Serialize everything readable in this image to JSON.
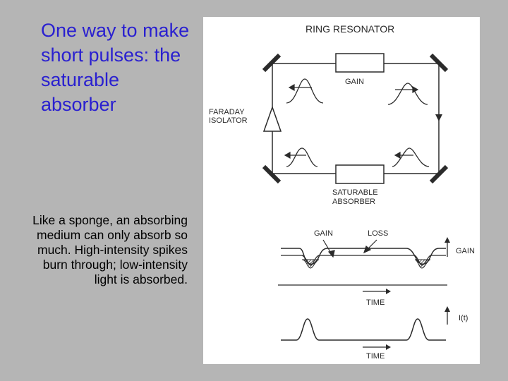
{
  "slide": {
    "title": "One way to make short pulses: the saturable absorber",
    "body": "Like a sponge, an absorbing medium can only absorb so much. High-intensity spikes burn through; low-intensity light is absorbed."
  },
  "figure": {
    "ring_label": "RING RESONATOR",
    "gain_block_label": "GAIN",
    "isolator_label_1": "FARADAY",
    "isolator_label_2": "ISOLATOR",
    "absorber_label_1": "SATURABLE",
    "absorber_label_2": "ABSORBER",
    "gain_curve_label": "GAIN",
    "loss_curve_label": "LOSS",
    "gain_axis_label": "GAIN",
    "time_axis_label_1": "TIME",
    "intensity_axis_label": "I(t)",
    "time_axis_label_2": "TIME"
  },
  "colors": {
    "background": "#b5b5b5",
    "title": "#2a20d0",
    "figure_bg": "#ffffff",
    "ink": "#2b2b2b"
  }
}
